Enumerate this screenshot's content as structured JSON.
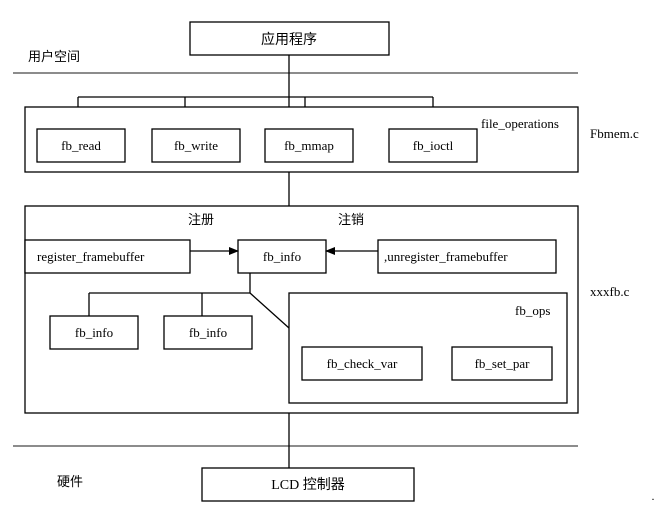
{
  "labels": {
    "app": "应用程序",
    "user_space": "用户空间",
    "fbmem": "Fbmem.c",
    "file_operations": "file_operations",
    "fb_read": "fb_read",
    "fb_write": "fb_write",
    "fb_mmap": "fb_mmap",
    "fb_ioctl": "fb_ioctl",
    "register_label": "注册",
    "unregister_label": "注销",
    "register_framebuffer": "register_framebuffer",
    "fb_info_center": "fb_info",
    "unregister_framebuffer": ",unregister_framebuffer",
    "xxxfb": "xxxfb.c",
    "fb_info_left": "fb_info",
    "fb_info_right": "fb_info",
    "fb_ops": "fb_ops",
    "fb_check_var": "fb_check_var",
    "fb_set_par": "fb_set_par",
    "hardware": "硬件",
    "lcd": "LCD 控制器",
    "corner_mark": "·"
  },
  "colors": {
    "line": "#000000",
    "separator": "#8c8c8c",
    "background": "#ffffff"
  }
}
